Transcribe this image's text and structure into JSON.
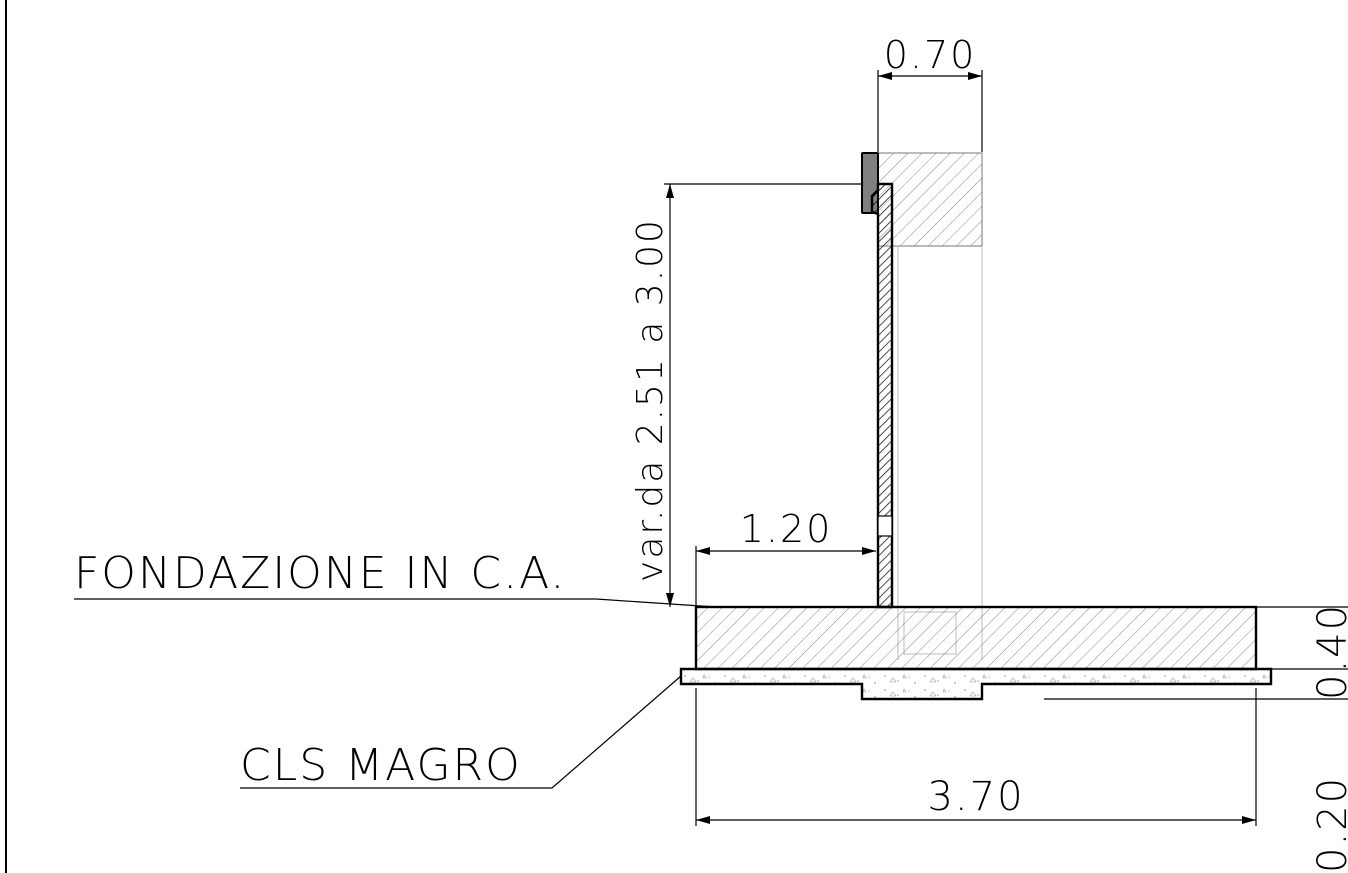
{
  "labels": {
    "foundation": "FONDAZIONE IN C.A.",
    "lean_concrete": "CLS MAGRO"
  },
  "dimensions": {
    "cap_width": "0.70",
    "wall_height": "var.da 2.51 a 3.00",
    "toe_length": "1.20",
    "base_width": "3.70",
    "base_thickness": "0.40",
    "lean_thickness": "0.20"
  },
  "colors": {
    "line": "#000000",
    "hatch": "#555555",
    "railing": "#808080"
  }
}
